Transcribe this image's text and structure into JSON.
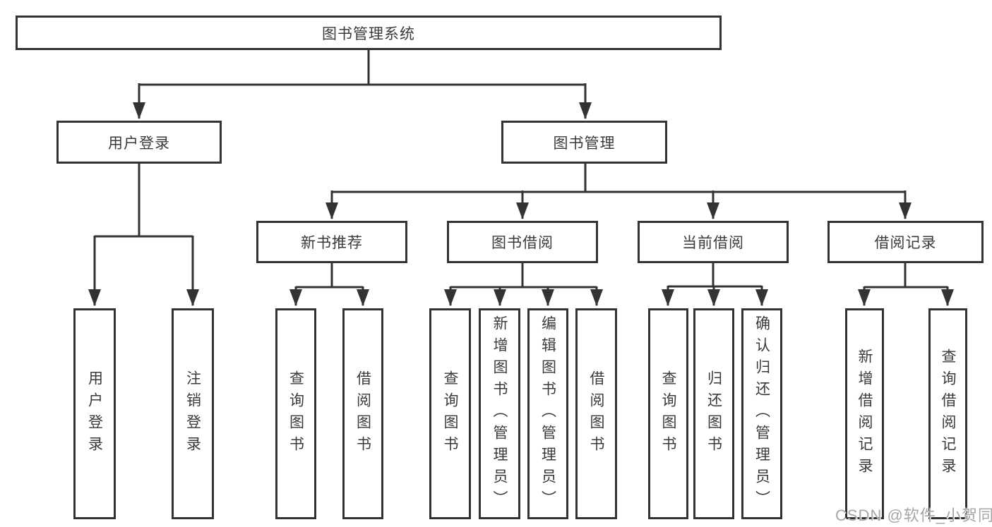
{
  "root": {
    "label": "图书管理系统"
  },
  "user_login": {
    "label": "用户登录",
    "children": [
      "用户登录",
      "注销登录"
    ]
  },
  "book_management": {
    "label": "图书管理"
  },
  "groups": [
    {
      "label": "新书推荐",
      "children": [
        "查询图书",
        "借阅图书"
      ]
    },
    {
      "label": "图书借阅",
      "children": [
        "查询图书",
        "新增图书（管理员）",
        "编辑图书（管理员）",
        "借阅图书"
      ]
    },
    {
      "label": "当前借阅",
      "children": [
        "查询图书",
        "归还图书",
        "确认归还（管理员）"
      ]
    },
    {
      "label": "借阅记录",
      "children": [
        "新增借阅记录",
        "查询借阅记录"
      ]
    }
  ],
  "watermark": "CSDN @软件_小贺同学",
  "colors": {
    "line": "#333333",
    "text": "#3a3a3a",
    "watermark": "#a6a6a6",
    "background": "#ffffff"
  }
}
